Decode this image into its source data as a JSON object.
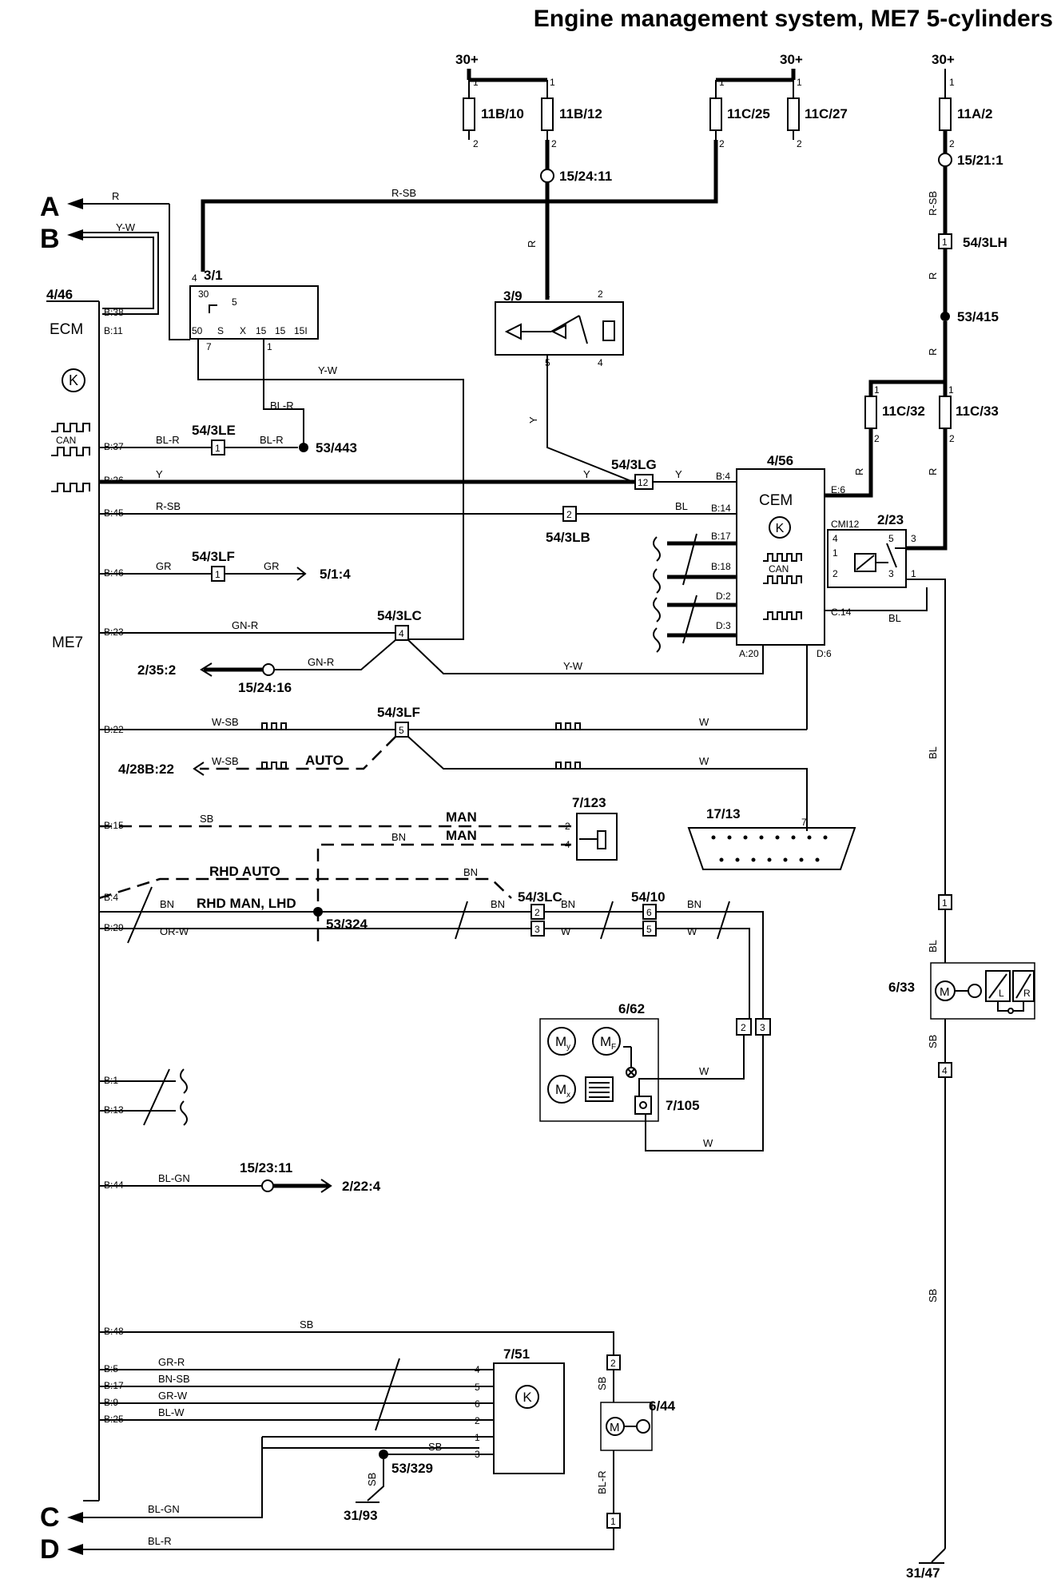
{
  "title": "Engine management system, ME7 5-cylinders",
  "connectors": {
    "A": "A",
    "B": "B",
    "C": "C",
    "D": "D"
  },
  "supplies": {
    "p1": "30+",
    "p2": "30+",
    "p3": "30+"
  },
  "fuses": {
    "f1": "11B/10",
    "f2": "11B/12",
    "f3": "11C/25",
    "f4": "11C/27",
    "f5": "11A/2",
    "f6": "11C/32",
    "f7": "11C/33"
  },
  "splices": {
    "s1": "15/24:11",
    "s2": "15/21:1",
    "s3": "15/24:16",
    "s4": "15/23:11",
    "g1": "53/443",
    "g2": "53/415",
    "g3": "53/324",
    "g4": "53/329"
  },
  "components": {
    "ecm_ref": "4/46",
    "ecm": "ECM",
    "me7": "ME7",
    "ign": "3/1",
    "brake": "3/9",
    "cem_ref": "4/56",
    "cem": "CEM",
    "relay": "2/23",
    "cmi": "CMI12",
    "dlc": "17/13",
    "m662": "6/62",
    "s7105": "7/105",
    "m633": "6/33",
    "s7123": "7/123",
    "s751": "7/51",
    "m644": "6/44",
    "gnd1": "31/93",
    "gnd2": "31/47"
  },
  "ignition_pins": {
    "t30": "30",
    "t50": "50",
    "ts": "S",
    "tx": "X",
    "t15a": "15",
    "t15b": "15",
    "t15i": "15I",
    "p4": "4",
    "p7": "7",
    "p1": "1",
    "p5": "5"
  },
  "ecm_pins": {
    "b38": "B:38",
    "b11": "B:11",
    "b37": "B:37",
    "b26": "B:26",
    "b45": "B:45",
    "b46": "B:46",
    "b23": "B:23",
    "b22": "B:22",
    "b15": "B:15",
    "b4": "B:4",
    "b29": "B:29",
    "b1": "B:1",
    "b13": "B:13",
    "b44": "B:44",
    "b48": "B:48",
    "b5": "B:5",
    "b17": "B:17",
    "b9": "B:9",
    "b25": "B:25"
  },
  "cem_pins": {
    "b4": "B:4",
    "b14": "B:14",
    "b17": "B:17",
    "b18": "B:18",
    "d2": "D:2",
    "d3": "D:3",
    "c14": "C:14",
    "e6": "E:6",
    "a20": "A:20",
    "d6": "D:6"
  },
  "connector_labels": {
    "c3le": "54/3LE",
    "c3lg": "54/3LG",
    "c3lb": "54/3LB",
    "c3lf1": "54/3LF",
    "c3lc1": "54/3LC",
    "c3lf2": "54/3LF",
    "c3lc2": "54/3LC",
    "c5410": "54/10",
    "c3lh": "54/3LH",
    "dest1": "5/1:4",
    "dest2": "2/35:2",
    "dest3": "4/28B:22",
    "dest4": "2/22:4"
  },
  "connector_pins": {
    "n1": "1",
    "n2": "2",
    "n3": "3",
    "n4": "4",
    "n5": "5",
    "n6": "6",
    "n12": "12"
  },
  "wire_colors": {
    "r": "R",
    "rsb": "R-SB",
    "yw": "Y-W",
    "blr": "BL-R",
    "y": "Y",
    "bl": "BL",
    "gr": "GR",
    "gnr": "GN-R",
    "wsb": "W-SB",
    "w": "W",
    "sb": "SB",
    "bn": "BN",
    "orw": "OR-W",
    "blgn": "BL-GN",
    "grr": "GR-R",
    "bnsb": "BN-SB",
    "grw": "GR-W",
    "blw": "BL-W"
  },
  "notes": {
    "can": "CAN",
    "auto": "AUTO",
    "man": "MAN",
    "rhd_auto": "RHD AUTO",
    "rhd_man_lhd": "RHD MAN, LHD",
    "my": "M",
    "mf": "M",
    "mx": "M",
    "sub_y": "y",
    "sub_f": "F",
    "sub_x": "x",
    "l": "L",
    "r": "R",
    "m": "M"
  },
  "colors": {
    "line": "#000000",
    "background": "#ffffff"
  }
}
